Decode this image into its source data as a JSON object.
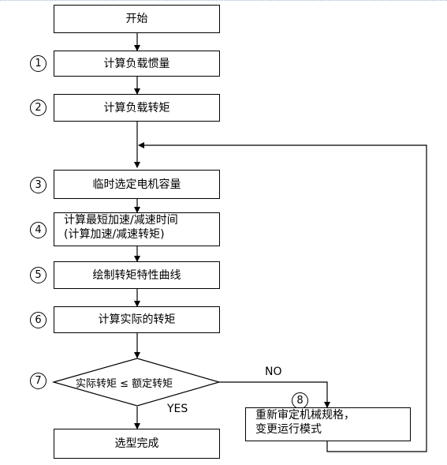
{
  "steps": {
    "start": "开始",
    "s1": "计算负载惯量",
    "s2": "计算负载转矩",
    "s3": "临时选定电机容量",
    "s4_line1": "计算最短加速/减速时间",
    "s4_line2": "(计算加速/减速转矩)",
    "s5": "绘制转矩特性曲线",
    "s6": "计算实际的转矩",
    "decision": "实际转矩 ≤ 额定转矩",
    "s8_line1": "重新审定机械规格，",
    "s8_line2": "变更运行模式",
    "end": "选型完成"
  },
  "numbers": [
    "1",
    "2",
    "3",
    "4",
    "5",
    "6",
    "7",
    "8"
  ],
  "branches": {
    "no": "NO",
    "yes": "YES"
  }
}
